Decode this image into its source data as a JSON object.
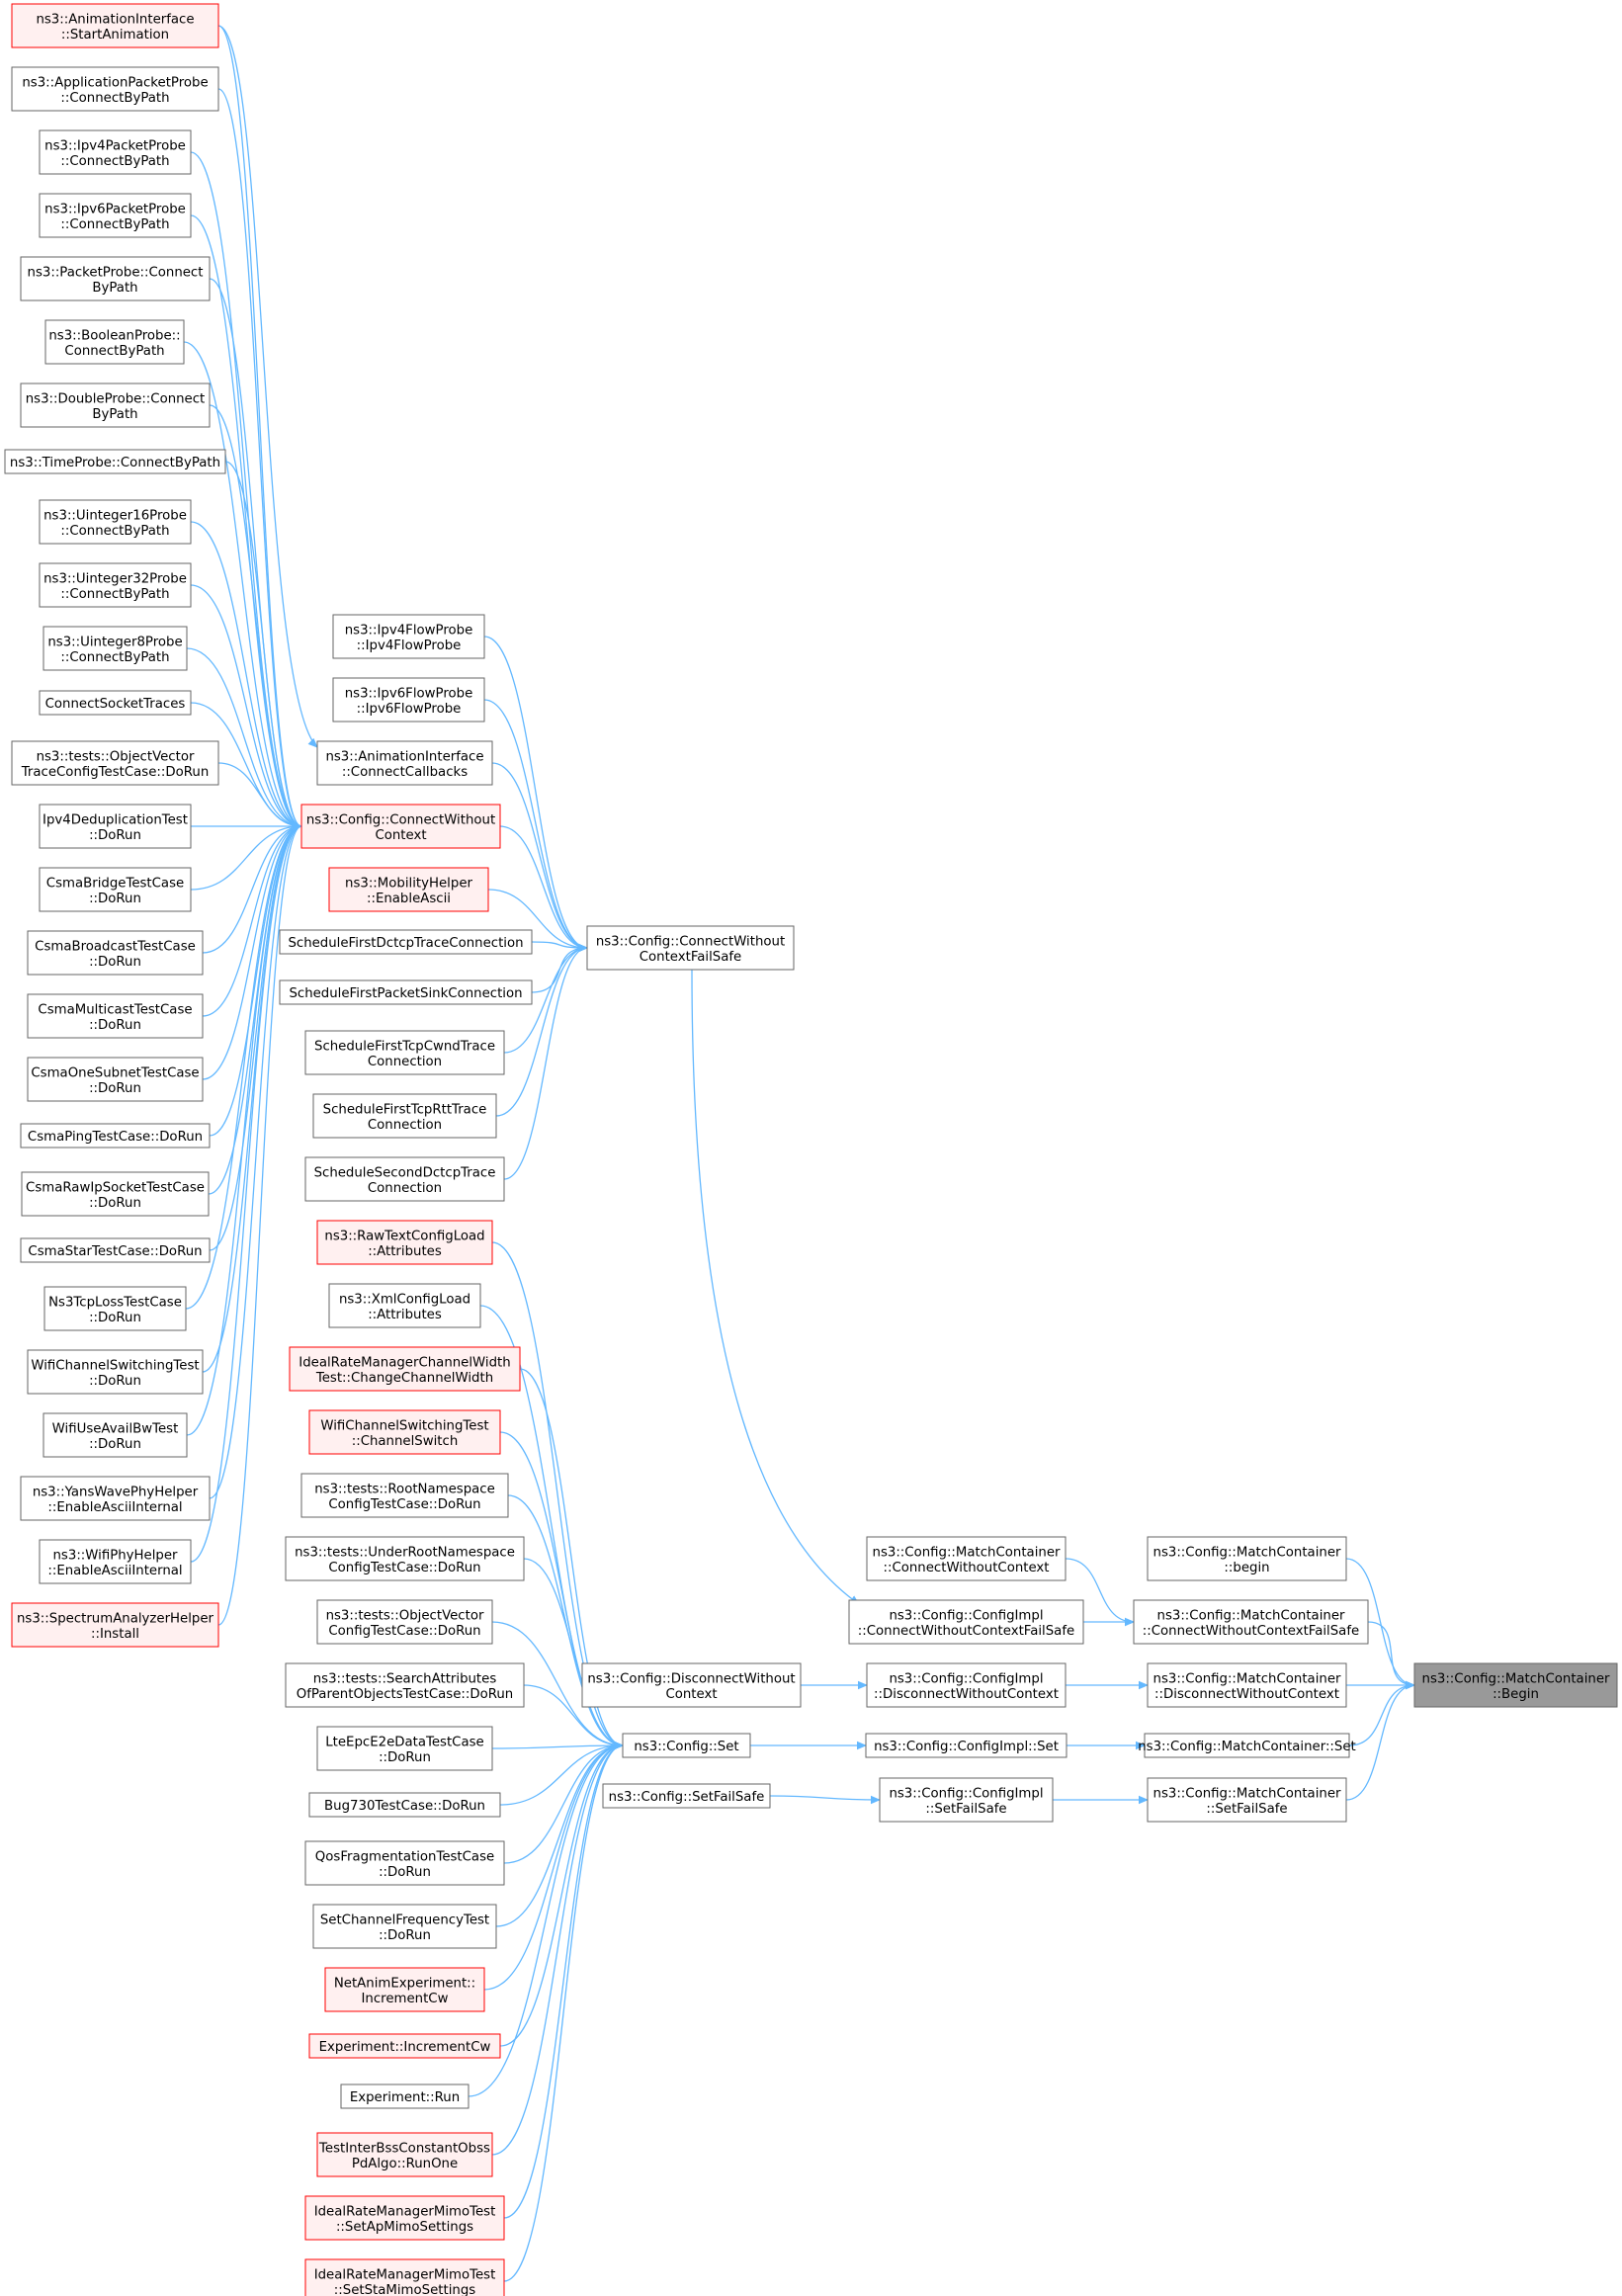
{
  "diagram": {
    "colors": {
      "node_border": "#666666",
      "node_fill": "#ffffff",
      "truncated_border": "#ff0000",
      "truncated_fill": "#fff0f0",
      "focus_fill": "#999999",
      "focus_border": "#666666",
      "edge": "#63b8ff"
    },
    "nodes": [
      {
        "id": "n1",
        "lines": [
          "ns3::AnimationInterface",
          "::StartAnimation"
        ],
        "style": "truncated"
      },
      {
        "id": "n2",
        "lines": [
          "ns3::ApplicationPacketProbe",
          "::ConnectByPath"
        ],
        "style": "normal"
      },
      {
        "id": "n3",
        "lines": [
          "ns3::Ipv4PacketProbe",
          "::ConnectByPath"
        ],
        "style": "normal"
      },
      {
        "id": "n4",
        "lines": [
          "ns3::Ipv6PacketProbe",
          "::ConnectByPath"
        ],
        "style": "normal"
      },
      {
        "id": "n5",
        "lines": [
          "ns3::PacketProbe::Connect",
          "ByPath"
        ],
        "style": "normal"
      },
      {
        "id": "n6",
        "lines": [
          "ns3::BooleanProbe::",
          "ConnectByPath"
        ],
        "style": "normal"
      },
      {
        "id": "n7",
        "lines": [
          "ns3::DoubleProbe::Connect",
          "ByPath"
        ],
        "style": "normal"
      },
      {
        "id": "n8",
        "lines": [
          "ns3::TimeProbe::ConnectByPath"
        ],
        "style": "normal"
      },
      {
        "id": "n9",
        "lines": [
          "ns3::Uinteger16Probe",
          "::ConnectByPath"
        ],
        "style": "normal"
      },
      {
        "id": "n10",
        "lines": [
          "ns3::Uinteger32Probe",
          "::ConnectByPath"
        ],
        "style": "normal"
      },
      {
        "id": "n11",
        "lines": [
          "ns3::Uinteger8Probe",
          "::ConnectByPath"
        ],
        "style": "normal"
      },
      {
        "id": "n12",
        "lines": [
          "ConnectSocketTraces"
        ],
        "style": "normal"
      },
      {
        "id": "n13",
        "lines": [
          "ns3::tests::ObjectVector",
          "TraceConfigTestCase::DoRun"
        ],
        "style": "normal"
      },
      {
        "id": "n14",
        "lines": [
          "Ipv4DeduplicationTest",
          "::DoRun"
        ],
        "style": "normal"
      },
      {
        "id": "n15",
        "lines": [
          "CsmaBridgeTestCase",
          "::DoRun"
        ],
        "style": "normal"
      },
      {
        "id": "n16",
        "lines": [
          "CsmaBroadcastTestCase",
          "::DoRun"
        ],
        "style": "normal"
      },
      {
        "id": "n17",
        "lines": [
          "CsmaMulticastTestCase",
          "::DoRun"
        ],
        "style": "normal"
      },
      {
        "id": "n18",
        "lines": [
          "CsmaOneSubnetTestCase",
          "::DoRun"
        ],
        "style": "normal"
      },
      {
        "id": "n19",
        "lines": [
          "CsmaPingTestCase::DoRun"
        ],
        "style": "normal"
      },
      {
        "id": "n20",
        "lines": [
          "CsmaRawIpSocketTestCase",
          "::DoRun"
        ],
        "style": "normal"
      },
      {
        "id": "n21",
        "lines": [
          "CsmaStarTestCase::DoRun"
        ],
        "style": "normal"
      },
      {
        "id": "n22",
        "lines": [
          "Ns3TcpLossTestCase",
          "::DoRun"
        ],
        "style": "normal"
      },
      {
        "id": "n23",
        "lines": [
          "WifiChannelSwitchingTest",
          "::DoRun"
        ],
        "style": "normal"
      },
      {
        "id": "n24",
        "lines": [
          "WifiUseAvailBwTest",
          "::DoRun"
        ],
        "style": "normal"
      },
      {
        "id": "n25",
        "lines": [
          "ns3::YansWavePhyHelper",
          "::EnableAsciiInternal"
        ],
        "style": "normal"
      },
      {
        "id": "n26",
        "lines": [
          "ns3::WifiPhyHelper",
          "::EnableAsciiInternal"
        ],
        "style": "normal"
      },
      {
        "id": "n27",
        "lines": [
          "ns3::SpectrumAnalyzerHelper",
          "::Install"
        ],
        "style": "truncated"
      },
      {
        "id": "cwc",
        "lines": [
          "ns3::Config::ConnectWithout",
          "Context"
        ],
        "style": "truncated"
      },
      {
        "id": "ipv4fp",
        "lines": [
          "ns3::Ipv4FlowProbe",
          "::Ipv4FlowProbe"
        ],
        "style": "normal"
      },
      {
        "id": "ipv6fp",
        "lines": [
          "ns3::Ipv6FlowProbe",
          "::Ipv6FlowProbe"
        ],
        "style": "normal"
      },
      {
        "id": "aicc",
        "lines": [
          "ns3::AnimationInterface",
          "::ConnectCallbacks"
        ],
        "style": "normal"
      },
      {
        "id": "mhea",
        "lines": [
          "ns3::MobilityHelper",
          "::EnableAscii"
        ],
        "style": "truncated"
      },
      {
        "id": "sfdtc",
        "lines": [
          "ScheduleFirstDctcpTraceConnection"
        ],
        "style": "normal"
      },
      {
        "id": "sfpsc",
        "lines": [
          "ScheduleFirstPacketSinkConnection"
        ],
        "style": "normal"
      },
      {
        "id": "sftcw",
        "lines": [
          "ScheduleFirstTcpCwndTrace",
          "Connection"
        ],
        "style": "normal"
      },
      {
        "id": "sftrtt",
        "lines": [
          "ScheduleFirstTcpRttTrace",
          "Connection"
        ],
        "style": "normal"
      },
      {
        "id": "ssdtc",
        "lines": [
          "ScheduleSecondDctcpTrace",
          "Connection"
        ],
        "style": "normal"
      },
      {
        "id": "cwcfs",
        "lines": [
          "ns3::Config::ConnectWithout",
          "ContextFailSafe"
        ],
        "style": "normal"
      },
      {
        "id": "s1",
        "lines": [
          "ns3::RawTextConfigLoad",
          "::Attributes"
        ],
        "style": "truncated"
      },
      {
        "id": "s2",
        "lines": [
          "ns3::XmlConfigLoad",
          "::Attributes"
        ],
        "style": "normal"
      },
      {
        "id": "s3",
        "lines": [
          "IdealRateManagerChannelWidth",
          "Test::ChangeChannelWidth"
        ],
        "style": "truncated"
      },
      {
        "id": "s4",
        "lines": [
          "WifiChannelSwitchingTest",
          "::ChannelSwitch"
        ],
        "style": "truncated"
      },
      {
        "id": "s5",
        "lines": [
          "ns3::tests::RootNamespace",
          "ConfigTestCase::DoRun"
        ],
        "style": "normal"
      },
      {
        "id": "s6",
        "lines": [
          "ns3::tests::UnderRootNamespace",
          "ConfigTestCase::DoRun"
        ],
        "style": "normal"
      },
      {
        "id": "s7",
        "lines": [
          "ns3::tests::ObjectVector",
          "ConfigTestCase::DoRun"
        ],
        "style": "normal"
      },
      {
        "id": "s8",
        "lines": [
          "ns3::tests::SearchAttributes",
          "OfParentObjectsTestCase::DoRun"
        ],
        "style": "normal"
      },
      {
        "id": "s9",
        "lines": [
          "LteEpcE2eDataTestCase",
          "::DoRun"
        ],
        "style": "normal"
      },
      {
        "id": "s10",
        "lines": [
          "Bug730TestCase::DoRun"
        ],
        "style": "normal"
      },
      {
        "id": "s11",
        "lines": [
          "QosFragmentationTestCase",
          "::DoRun"
        ],
        "style": "normal"
      },
      {
        "id": "s12",
        "lines": [
          "SetChannelFrequencyTest",
          "::DoRun"
        ],
        "style": "normal"
      },
      {
        "id": "s13",
        "lines": [
          "NetAnimExperiment::",
          "IncrementCw"
        ],
        "style": "truncated"
      },
      {
        "id": "s14",
        "lines": [
          "Experiment::IncrementCw"
        ],
        "style": "truncated"
      },
      {
        "id": "s15",
        "lines": [
          "Experiment::Run"
        ],
        "style": "normal"
      },
      {
        "id": "s16",
        "lines": [
          "TestInterBssConstantObss",
          "PdAlgo::RunOne"
        ],
        "style": "truncated"
      },
      {
        "id": "s17",
        "lines": [
          "IdealRateManagerMimoTest",
          "::SetApMimoSettings"
        ],
        "style": "truncated"
      },
      {
        "id": "s18",
        "lines": [
          "IdealRateManagerMimoTest",
          "::SetStaMimoSettings"
        ],
        "style": "truncated"
      },
      {
        "id": "cset",
        "lines": [
          "ns3::Config::Set"
        ],
        "style": "normal"
      },
      {
        "id": "csfs",
        "lines": [
          "ns3::Config::SetFailSafe"
        ],
        "style": "normal"
      },
      {
        "id": "cdwc",
        "lines": [
          "ns3::Config::DisconnectWithout",
          "Context"
        ],
        "style": "normal"
      },
      {
        "id": "mccwc",
        "lines": [
          "ns3::Config::MatchContainer",
          "::ConnectWithoutContext"
        ],
        "style": "normal"
      },
      {
        "id": "cicwcfs",
        "lines": [
          "ns3::Config::ConfigImpl",
          "::ConnectWithoutContextFailSafe"
        ],
        "style": "normal"
      },
      {
        "id": "cidwc",
        "lines": [
          "ns3::Config::ConfigImpl",
          "::DisconnectWithoutContext"
        ],
        "style": "normal"
      },
      {
        "id": "ciset",
        "lines": [
          "ns3::Config::ConfigImpl::Set"
        ],
        "style": "normal"
      },
      {
        "id": "cisfs",
        "lines": [
          "ns3::Config::ConfigImpl",
          "::SetFailSafe"
        ],
        "style": "normal"
      },
      {
        "id": "mcb",
        "lines": [
          "ns3::Config::MatchContainer",
          "::begin"
        ],
        "style": "normal"
      },
      {
        "id": "mccwcfs",
        "lines": [
          "ns3::Config::MatchContainer",
          "::ConnectWithoutContextFailSafe"
        ],
        "style": "normal"
      },
      {
        "id": "mcdwc",
        "lines": [
          "ns3::Config::MatchContainer",
          "::DisconnectWithoutContext"
        ],
        "style": "normal"
      },
      {
        "id": "mcset",
        "lines": [
          "ns3::Config::MatchContainer::Set"
        ],
        "style": "normal"
      },
      {
        "id": "mcsfs",
        "lines": [
          "ns3::Config::MatchContainer",
          "::SetFailSafe"
        ],
        "style": "normal"
      },
      {
        "id": "focus",
        "lines": [
          "ns3::Config::MatchContainer",
          "::Begin"
        ],
        "style": "focus"
      }
    ],
    "edges": [
      [
        "n1",
        "cwc"
      ],
      [
        "n2",
        "cwc"
      ],
      [
        "n3",
        "cwc"
      ],
      [
        "n4",
        "cwc"
      ],
      [
        "n5",
        "cwc"
      ],
      [
        "n6",
        "cwc"
      ],
      [
        "n7",
        "cwc"
      ],
      [
        "n8",
        "cwc"
      ],
      [
        "n9",
        "cwc"
      ],
      [
        "n10",
        "cwc"
      ],
      [
        "n11",
        "cwc"
      ],
      [
        "n12",
        "cwc"
      ],
      [
        "n13",
        "cwc"
      ],
      [
        "n14",
        "cwc"
      ],
      [
        "n15",
        "cwc"
      ],
      [
        "n16",
        "cwc"
      ],
      [
        "n17",
        "cwc"
      ],
      [
        "n18",
        "cwc"
      ],
      [
        "n19",
        "cwc"
      ],
      [
        "n20",
        "cwc"
      ],
      [
        "n21",
        "cwc"
      ],
      [
        "n22",
        "cwc"
      ],
      [
        "n23",
        "cwc"
      ],
      [
        "n24",
        "cwc"
      ],
      [
        "n25",
        "cwc"
      ],
      [
        "n26",
        "cwc"
      ],
      [
        "n27",
        "cwc"
      ],
      [
        "n1",
        "aicc"
      ],
      [
        "ipv4fp",
        "cwcfs"
      ],
      [
        "ipv6fp",
        "cwcfs"
      ],
      [
        "aicc",
        "cwcfs"
      ],
      [
        "cwc",
        "cwcfs"
      ],
      [
        "mhea",
        "cwcfs"
      ],
      [
        "sfdtc",
        "cwcfs"
      ],
      [
        "sfpsc",
        "cwcfs"
      ],
      [
        "sftcw",
        "cwcfs"
      ],
      [
        "sftrtt",
        "cwcfs"
      ],
      [
        "ssdtc",
        "cwcfs"
      ],
      [
        "s1",
        "cset"
      ],
      [
        "s2",
        "cset"
      ],
      [
        "s3",
        "cset"
      ],
      [
        "s4",
        "cset"
      ],
      [
        "s5",
        "cset"
      ],
      [
        "s6",
        "cset"
      ],
      [
        "s7",
        "cset"
      ],
      [
        "s8",
        "cset"
      ],
      [
        "s9",
        "cset"
      ],
      [
        "s10",
        "cset"
      ],
      [
        "s11",
        "cset"
      ],
      [
        "s12",
        "cset"
      ],
      [
        "s13",
        "cset"
      ],
      [
        "s14",
        "cset"
      ],
      [
        "s15",
        "cset"
      ],
      [
        "s16",
        "cset"
      ],
      [
        "s17",
        "cset"
      ],
      [
        "s18",
        "cset"
      ],
      [
        "cwcfs",
        "cicwcfs"
      ],
      [
        "cdwc",
        "cidwc"
      ],
      [
        "cset",
        "ciset"
      ],
      [
        "csfs",
        "cisfs"
      ],
      [
        "mccwc",
        "mccwcfs"
      ],
      [
        "cicwcfs",
        "mccwcfs"
      ],
      [
        "cidwc",
        "mcdwc"
      ],
      [
        "ciset",
        "mcset"
      ],
      [
        "cisfs",
        "mcsfs"
      ],
      [
        "mcb",
        "focus"
      ],
      [
        "mccwcfs",
        "focus"
      ],
      [
        "mcdwc",
        "focus"
      ],
      [
        "mcset",
        "focus"
      ],
      [
        "mcsfs",
        "focus"
      ]
    ]
  }
}
